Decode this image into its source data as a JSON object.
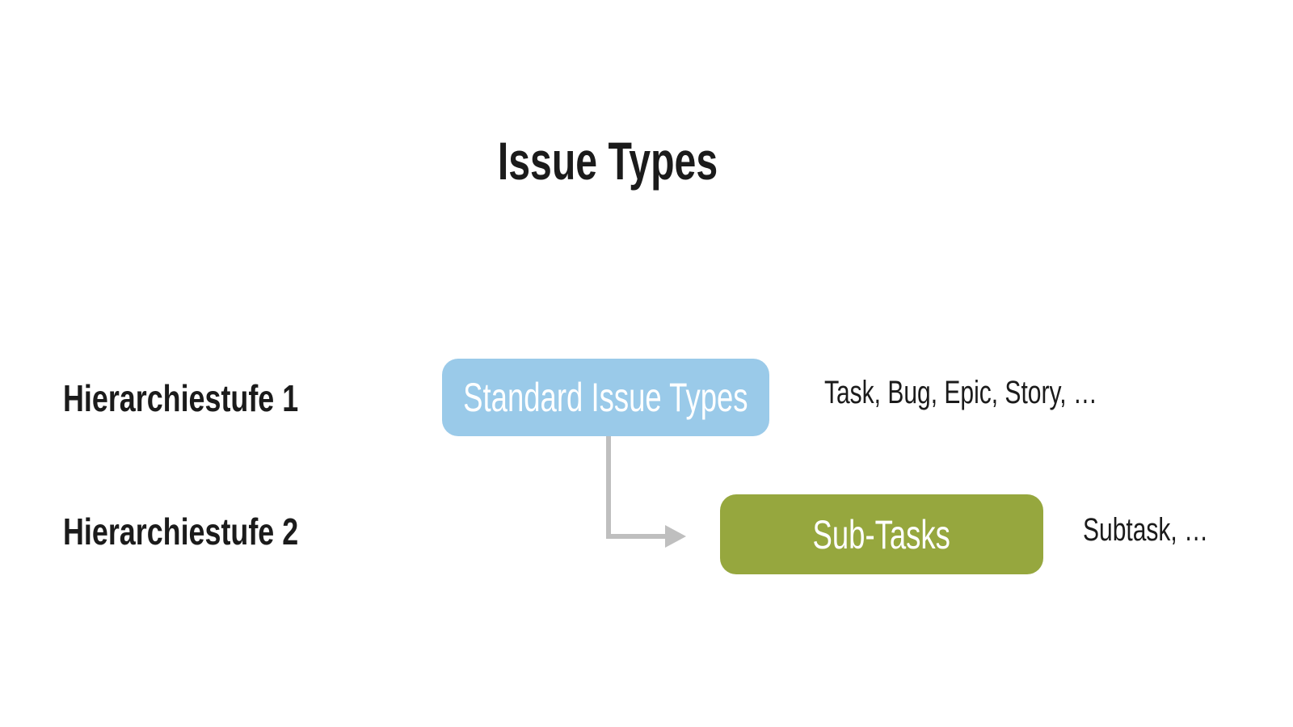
{
  "title": "Issue Types",
  "colors": {
    "background": "#FFFFFF",
    "standard_box": "#9ACAE9",
    "subtask_box": "#96A73E",
    "connector": "#BFBFBF",
    "heading_text": "#1B1B1B",
    "box_text": "#FFFFFF"
  },
  "rows": [
    {
      "level_label": "Hierarchiestufe 1",
      "box_label": "Standard Issue Types",
      "examples": "Task, Bug, Epic, Story, …"
    },
    {
      "level_label": "Hierarchiestufe 2",
      "box_label": "Sub-Tasks",
      "examples": "Subtask, …"
    }
  ]
}
